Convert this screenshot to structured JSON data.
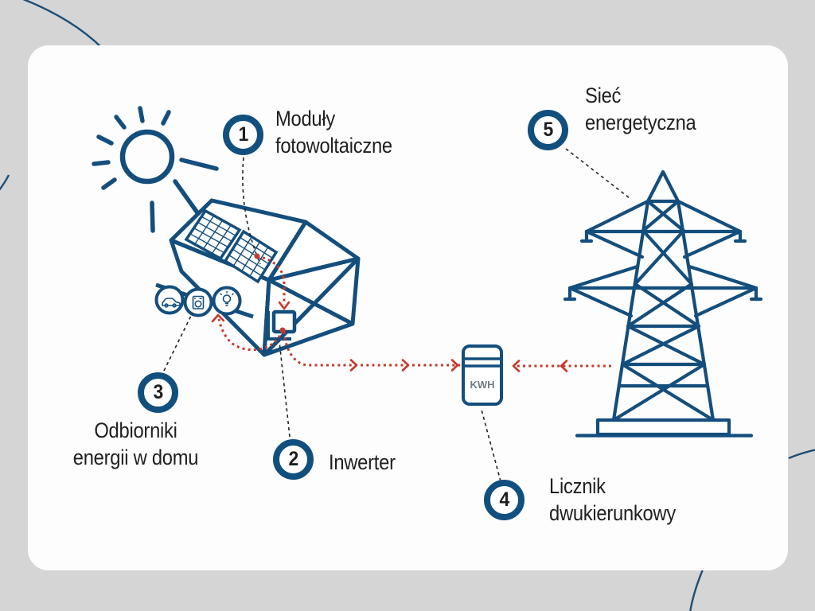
{
  "diagram": {
    "title_semantic": "photovoltaic-system-diagram",
    "steps": [
      {
        "num": "1",
        "label": "Moduły\nfotowoltaiczne"
      },
      {
        "num": "2",
        "label": "Inwerter"
      },
      {
        "num": "3",
        "label": "Odbiorniki\nenergii w domu"
      },
      {
        "num": "4",
        "label": "Licznik\ndwukierunkowy"
      },
      {
        "num": "5",
        "label": "Sieć\nenergetyczna"
      }
    ],
    "meter": {
      "kwh_label": "KWH"
    }
  },
  "icons": {
    "sun": "sun-icon",
    "car": "car-icon",
    "washing_machine": "washing-machine-icon",
    "bulb": "light-bulb-icon",
    "house": "house-icon",
    "solar_panels": "solar-panels-icon",
    "inverter": "inverter-box-icon",
    "meter": "kwh-meter-icon",
    "tower": "power-line-tower-icon"
  },
  "colors": {
    "navy": "#134e7d",
    "badge_ring": "#11507e",
    "red_flow": "#c23a2c",
    "text": "#1f1f1f",
    "meter_text": "#6f7a84",
    "background": "#d5d5d5",
    "card": "#fdfdfd"
  }
}
